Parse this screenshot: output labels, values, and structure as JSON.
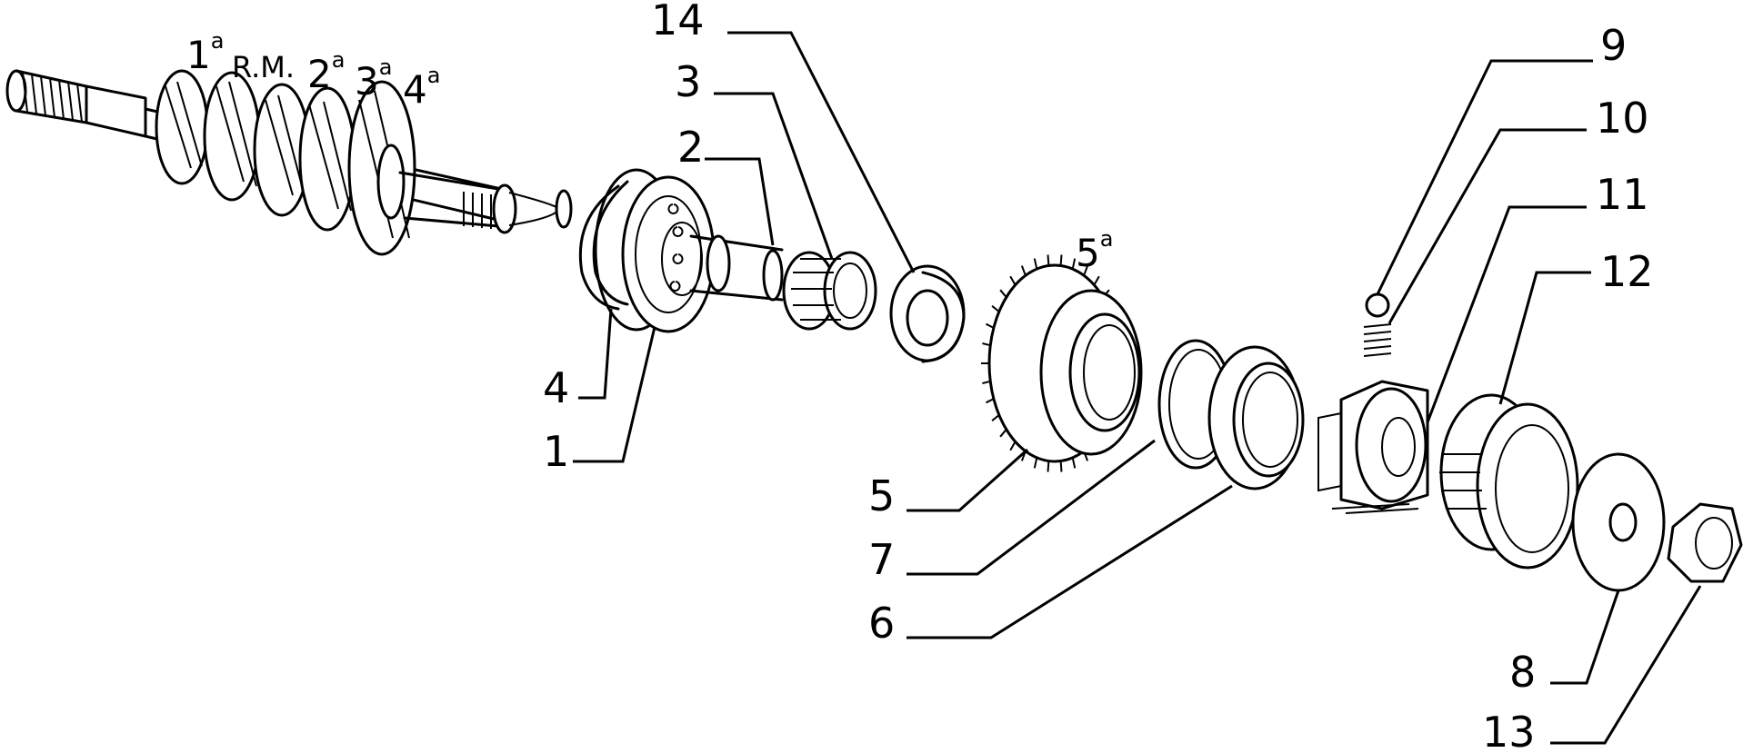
{
  "gear_labels": [
    {
      "id": "g1",
      "base": "1",
      "sup": "a"
    },
    {
      "id": "grm",
      "base": "R.M.",
      "sup": ""
    },
    {
      "id": "g2",
      "base": "2",
      "sup": "a"
    },
    {
      "id": "g3",
      "base": "3",
      "sup": "a"
    },
    {
      "id": "g4",
      "base": "4",
      "sup": "a"
    },
    {
      "id": "g5",
      "base": "5",
      "sup": "a"
    }
  ],
  "callouts": [
    {
      "id": "c14",
      "label": "14"
    },
    {
      "id": "c3",
      "label": "3"
    },
    {
      "id": "c2",
      "label": "2"
    },
    {
      "id": "c4",
      "label": "4"
    },
    {
      "id": "c1",
      "label": "1"
    },
    {
      "id": "c9",
      "label": "9"
    },
    {
      "id": "c10",
      "label": "10"
    },
    {
      "id": "c11",
      "label": "11"
    },
    {
      "id": "c12",
      "label": "12"
    },
    {
      "id": "c5",
      "label": "5"
    },
    {
      "id": "c7",
      "label": "7"
    },
    {
      "id": "c6",
      "label": "6"
    },
    {
      "id": "c8",
      "label": "8"
    },
    {
      "id": "c13",
      "label": "13"
    }
  ],
  "colors": {
    "ink": "#000000",
    "paper": "#ffffff"
  }
}
